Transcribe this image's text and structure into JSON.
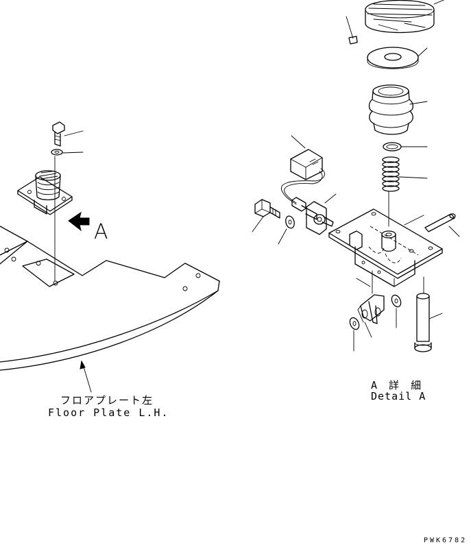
{
  "view_label": "A",
  "floor_plate": {
    "label_jp": "フロアプレート左",
    "label_en": "Floor Plate L.H."
  },
  "detail": {
    "label_jp": "A 詳 細",
    "label_en": "Detail A"
  },
  "drawing_number": "PWK6782"
}
